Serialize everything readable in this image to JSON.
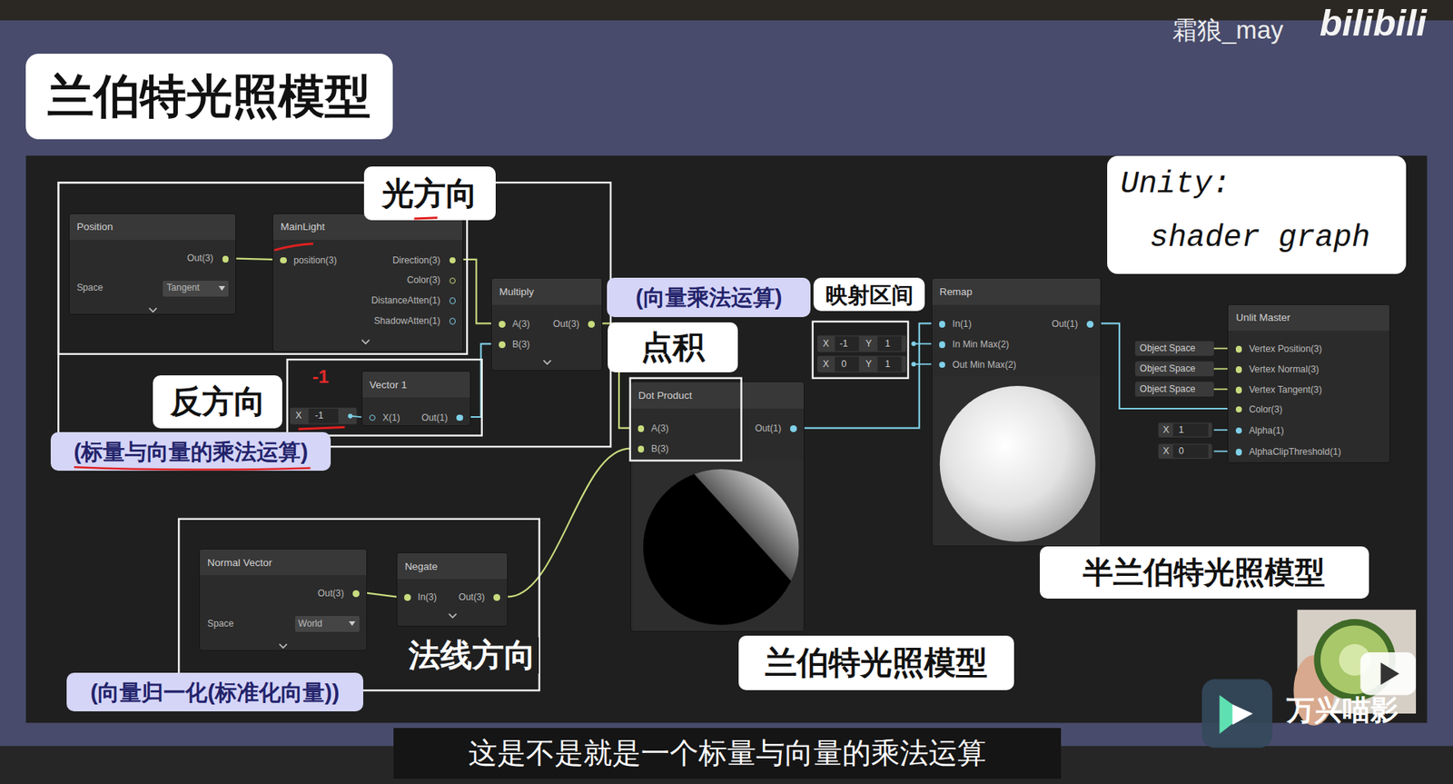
{
  "diagram": {
    "title": "兰伯特光照模型",
    "caption": "这是不是就是一个标量与向量的乘法运算",
    "nodes": [
      {
        "text": [
          "光方向"
        ]
      },
      {
        "text": [
          "Position",
          "Out(3)",
          "Space",
          "Tangent"
        ]
      },
      {
        "text": [
          "MainLight",
          "position(3)",
          "Direction(3)",
          "Color(3)",
          "DistanceAtten(1)",
          "ShadowAtten(1)"
        ]
      },
      {
        "text": [
          "Unity:",
          "shader graph"
        ]
      },
      {
        "text": [
          "(向量乘法运算)"
        ]
      },
      {
        "text": [
          "映射区间"
        ]
      },
      {
        "text": [
          "Multiply",
          "A(3)",
          "B(3)",
          "Out(3)"
        ]
      },
      {
        "text": [
          "Remap",
          "In(1)",
          "In Min Max(2)",
          "Out Min Max(2)",
          "Out(1)"
        ]
      },
      {
        "text": [
          "Unlit Master",
          "Vertex Position(3)",
          "Vertex Normal(3)",
          "Vertex Tangent(3)",
          "Color(3)",
          "Alpha(1)",
          "AlphaClipThreshold(1)"
        ]
      },
      {
        "text": [
          "点积"
        ]
      },
      {
        "text": [
          "反方向"
        ]
      },
      {
        "text": [
          "Vector 1",
          "X(1)",
          "Out(1)"
        ]
      },
      {
        "text": [
          "Dot Product",
          "A(3)",
          "B(3)",
          "Out(1)"
        ]
      },
      {
        "text": [
          "(标量与向量的乘法运算)"
        ]
      },
      {
        "text": [
          "Normal Vector",
          "Out(3)",
          "Space",
          "World"
        ]
      },
      {
        "text": [
          "Negate",
          "In(3)",
          "Out(3)"
        ]
      },
      {
        "text": [
          "半兰伯特光照模型"
        ]
      },
      {
        "text": [
          "兰伯特光照模型"
        ]
      },
      {
        "text": [
          "(向量归一化(标准化向量))"
        ]
      }
    ],
    "edges": [
      {
        "from": 1,
        "to": 2,
        "arrow": "none"
      },
      {
        "from": 2,
        "to": 6,
        "arrow": "none"
      },
      {
        "from": 11,
        "to": 6,
        "arrow": "none"
      },
      {
        "from": 6,
        "to": 12,
        "arrow": "none"
      },
      {
        "from": 14,
        "to": 15,
        "arrow": "none"
      },
      {
        "from": 15,
        "to": 12,
        "arrow": "none"
      },
      {
        "from": 12,
        "to": 7,
        "arrow": "none"
      },
      {
        "from": 7,
        "to": 8,
        "arrow": "none"
      }
    ],
    "labels": [
      "霜狼_may",
      "bilibili",
      "-1",
      "X",
      "-1",
      "X",
      "-1",
      "Y",
      "1",
      "X",
      "0",
      "Y",
      "1",
      "Object Space",
      "Object Space",
      "Object Space",
      "X",
      "1",
      "X",
      "0",
      "法线方向",
      "万兴喵影"
    ]
  }
}
